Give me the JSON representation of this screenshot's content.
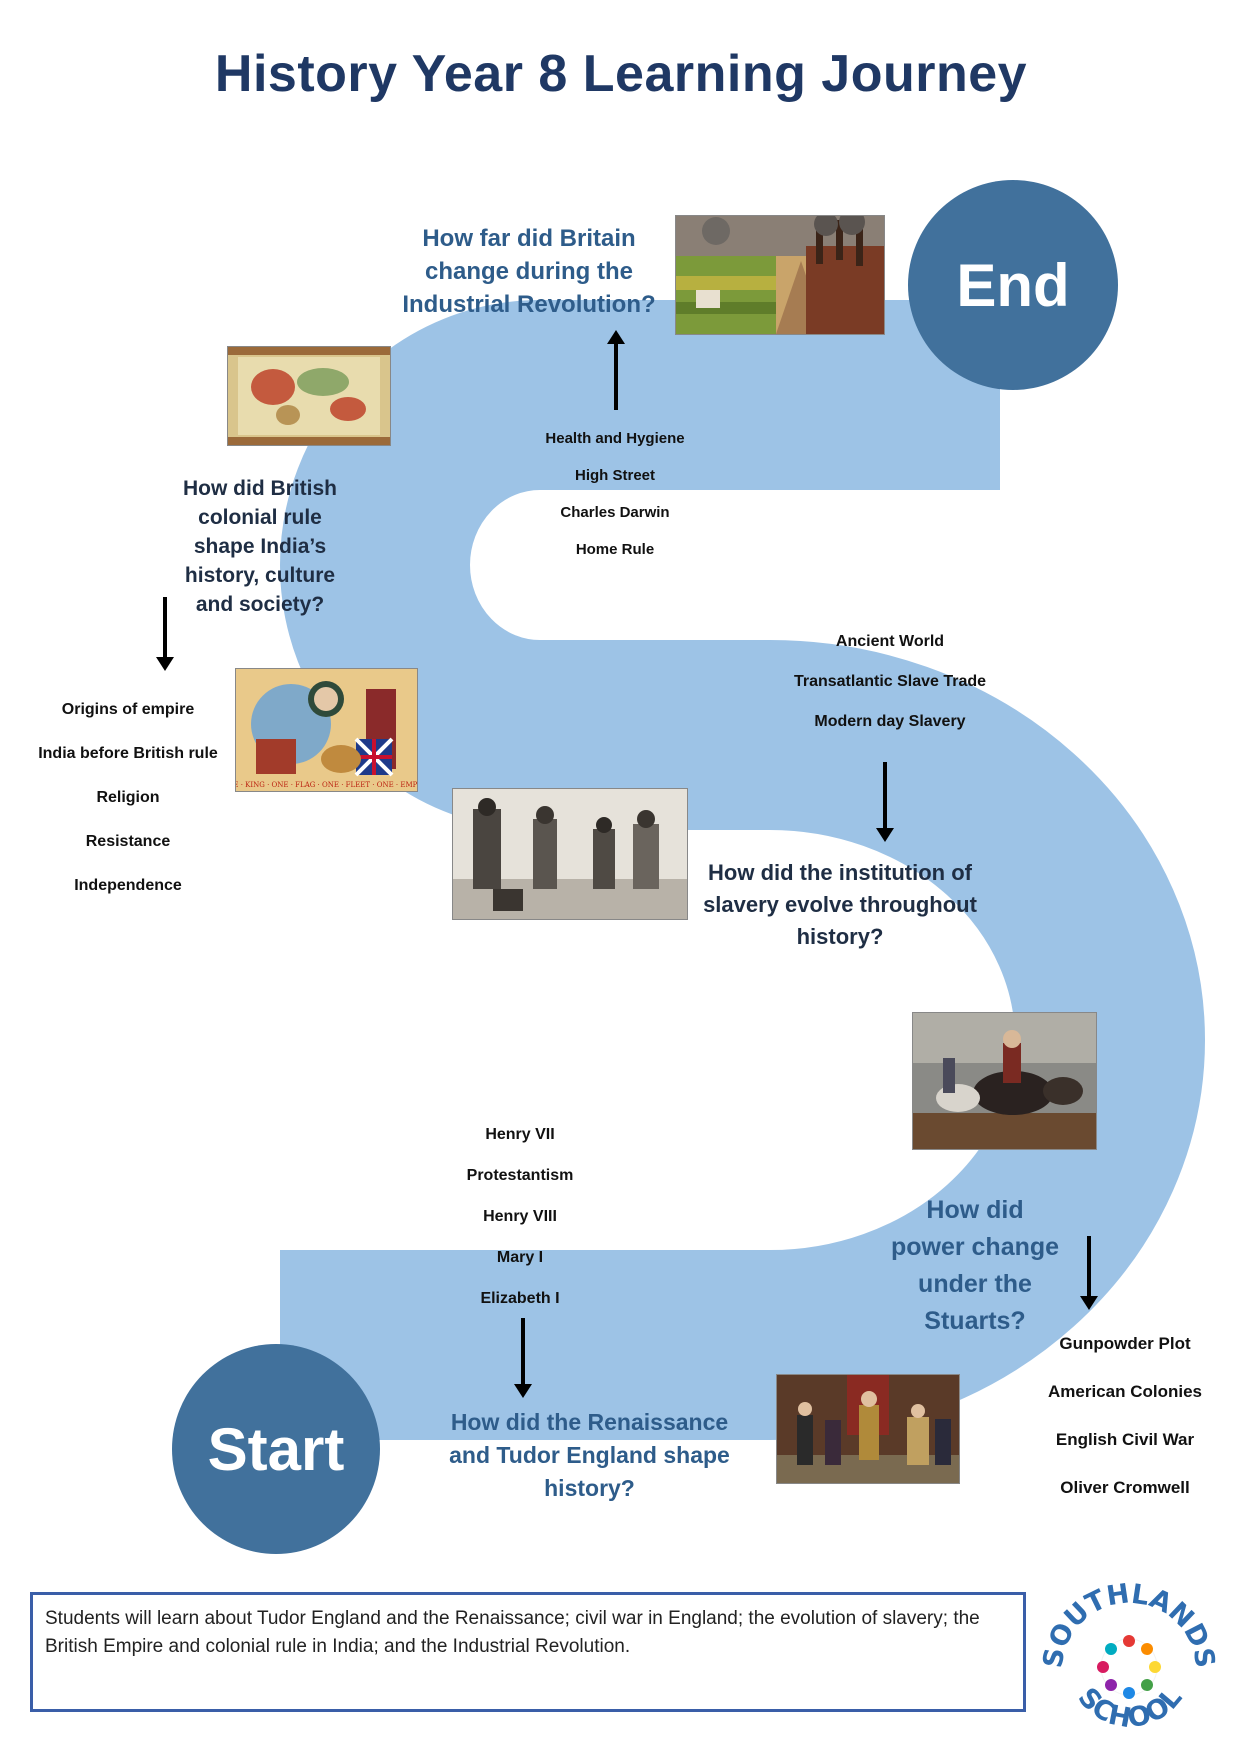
{
  "title": "History Year 8 Learning Journey",
  "start_label": "Start",
  "end_label": "End",
  "colors": {
    "path": "#9dc3e6",
    "circle": "#41719c",
    "title": "#1f3864",
    "question_blue": "#2e5c8a"
  },
  "units": [
    {
      "question": "How did the Renaissance and Tudor England shape history?",
      "topics": [
        "Henry VII",
        "Protestantism",
        "Henry VIII",
        "Mary I",
        "Elizabeth I"
      ]
    },
    {
      "question": "How did power change under the Stuarts?",
      "topics": [
        "Gunpowder Plot",
        "American Colonies",
        "English Civil War",
        "Oliver Cromwell"
      ]
    },
    {
      "question": "How did the institution of slavery evolve throughout history?",
      "topics": [
        "Ancient World",
        "Transatlantic Slave Trade",
        "Modern day Slavery"
      ]
    },
    {
      "question": "How did British colonial rule shape India’s history, culture and society?",
      "topics": [
        "Origins of empire",
        "India before British rule",
        "Religion",
        "Resistance",
        "Independence"
      ]
    },
    {
      "question": "How far did Britain change during the Industrial Revolution?",
      "topics": [
        "Health and Hygiene",
        "High Street",
        "Charles Darwin",
        "Home Rule"
      ]
    }
  ],
  "images": {
    "industrial": "Industrial Revolution painting",
    "world_map": "World map",
    "empire_poster": "ONE · KING · ONE · FLAG · ONE · FLEET · ONE · EMPIRE",
    "slavery": "Slave auction engraving",
    "civil_war": "Civil war cavalry painting",
    "tudor": "Tudor court painting"
  },
  "summary": "Students will learn about Tudor England and the Renaissance; civil war in England; the evolution of slavery; the British Empire and colonial rule in India; and the Industrial Revolution.",
  "logo_text": "SOUTHLANDS SCHOOL"
}
